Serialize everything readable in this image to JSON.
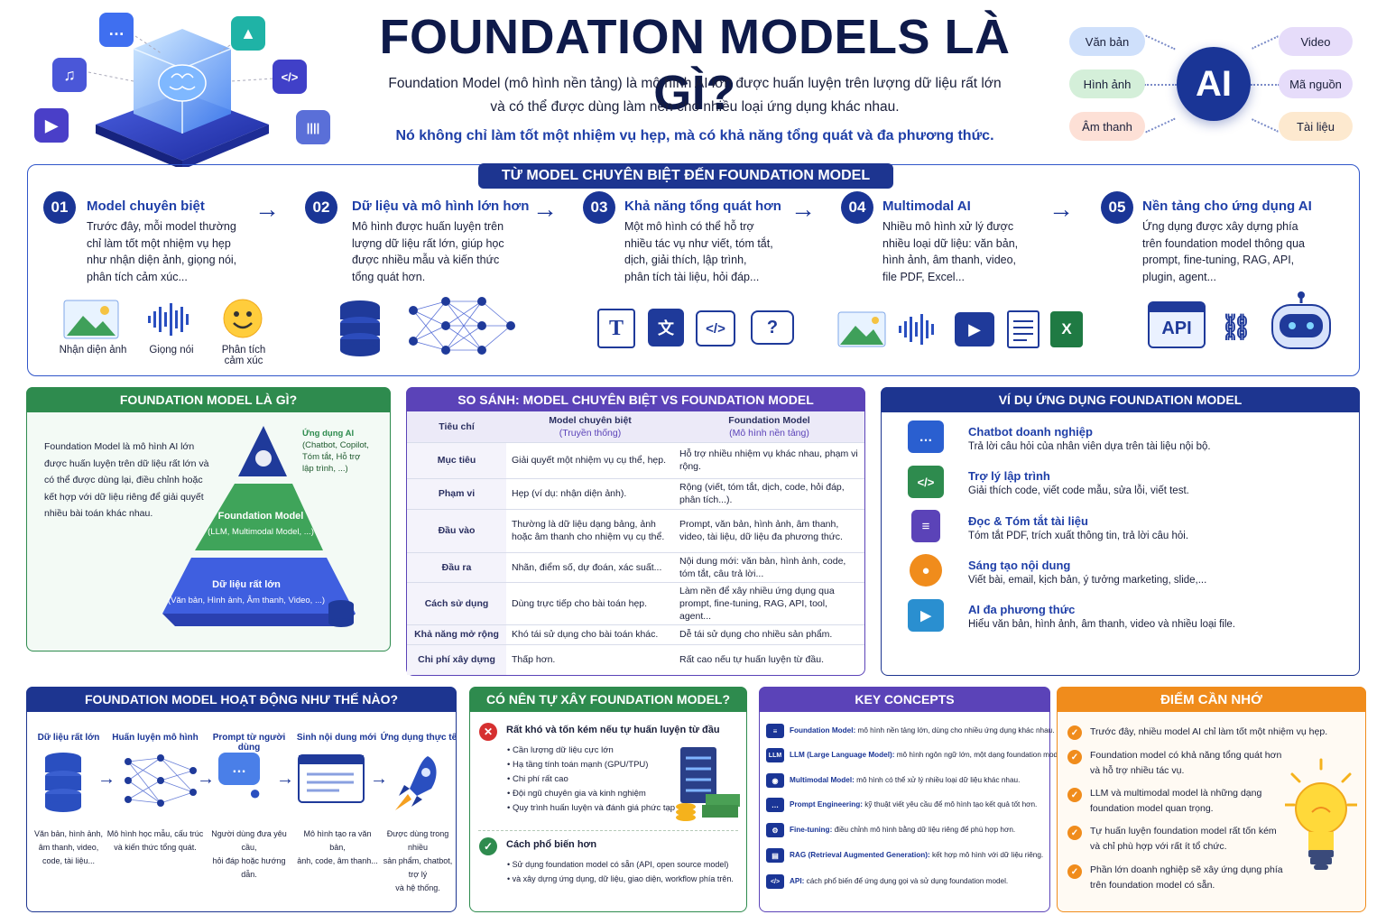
{
  "header": {
    "title": "FOUNDATION MODELS LÀ GÌ?",
    "line1": "Foundation Model (mô hình nền tảng) là mô hình AI lớn được huấn luyện trên lượng dữ liệu rất lớn",
    "line2": "và có thể được dùng làm nền cho nhiều loại ứng dụng khác nhau.",
    "line3": "Nó không chỉ làm tốt một nhiệm vụ hẹp, mà có khả năng tổng quát và đa phương thức."
  },
  "modalities": {
    "center": "AI",
    "left": [
      "Văn bản",
      "Hình ảnh",
      "Âm thanh"
    ],
    "right": [
      "Video",
      "Mã nguồn",
      "Tài liệu"
    ]
  },
  "evolution": {
    "title": "TỪ MODEL CHUYÊN BIỆT ĐẾN FOUNDATION MODEL",
    "steps": [
      {
        "num": "01",
        "heading": "Model chuyên biệt",
        "text": [
          "Trước đây, mỗi model thường",
          "chỉ làm tốt một nhiệm vụ hẹp",
          "như nhận diện ảnh, giọng nói,",
          "phân tích cảm xúc..."
        ]
      },
      {
        "num": "02",
        "heading": "Dữ liệu và mô hình lớn hơn",
        "text": [
          "Mô hình được huấn luyện trên",
          "lượng dữ liệu rất lớn, giúp học",
          "được nhiều mẫu và kiến thức",
          "tổng quát hơn."
        ]
      },
      {
        "num": "03",
        "heading": "Khả năng tổng quát hơn",
        "text": [
          "Một mô hình có thể hỗ trợ",
          "nhiều tác vụ như viết, tóm tắt,",
          "dịch, giải thích, lập trình,",
          "phân tích tài liệu, hỏi đáp..."
        ]
      },
      {
        "num": "04",
        "heading": "Multimodal AI",
        "text": [
          "Nhiều mô hình xử lý được",
          "nhiều loại dữ liệu: văn bản,",
          "hình ảnh, âm thanh, video,",
          "file PDF, Excel..."
        ]
      },
      {
        "num": "05",
        "heading": "Nền tảng cho ứng dụng AI",
        "text": [
          "Ứng dụng được xây dựng phía",
          "trên foundation model thông qua",
          "prompt, fine-tuning, RAG, API,",
          "plugin, agent..."
        ]
      }
    ],
    "captions": [
      "Nhận diện ảnh",
      "Giọng nói",
      "Phân tích",
      "cảm xúc"
    ],
    "api_label": "API",
    "t_label": "T",
    "q_label": "?"
  },
  "what_is": {
    "title": "FOUNDATION MODEL LÀ GÌ?",
    "text": [
      "Foundation Model là mô hình AI lớn",
      "được huấn luyện trên dữ liệu rất lớn và",
      "có thể được dùng lại, điều chỉnh hoặc",
      "kết hợp với dữ liệu riêng để giải quyết",
      "nhiều bài toán khác nhau."
    ],
    "top_label": [
      "Ứng dụng AI",
      "(Chatbot, Copilot,",
      "Tóm tắt, Hỗ trợ",
      "lập trình, ...)"
    ],
    "mid_label": [
      "Foundation Model",
      "(LLM, Multimodal Model, ...)"
    ],
    "bottom_label": [
      "Dữ liệu rất lớn",
      "(Văn bản, Hình ảnh, Âm thanh, Video, ...)"
    ]
  },
  "compare": {
    "title": "SO SÁNH: MODEL CHUYÊN BIỆT VS FOUNDATION MODEL",
    "headers": [
      "Tiêu chí",
      "Model chuyên biệt",
      "(Truyền thống)",
      "Foundation Model",
      "(Mô hình nền tảng)"
    ],
    "rows": [
      [
        "Mục tiêu",
        "Giải quyết một nhiệm vụ cụ thể, hẹp.",
        "Hỗ trợ nhiều nhiệm vụ khác nhau, phạm vi rộng."
      ],
      [
        "Phạm vi",
        "Hẹp (ví dụ: nhận diện ảnh).",
        "Rộng (viết, tóm tắt, dịch, code, hỏi đáp, phân tích...)."
      ],
      [
        "Đầu vào",
        "Thường là dữ liệu dạng bảng, ảnh hoặc âm thanh cho nhiệm vụ cụ thể.",
        "Prompt, văn bản, hình ảnh, âm thanh, video, tài liệu, dữ liệu đa phương thức."
      ],
      [
        "Đầu ra",
        "Nhãn, điểm số, dự đoán, xác suất...",
        "Nội dung mới: văn bản, hình ảnh, code, tóm tắt, câu trả lời..."
      ],
      [
        "Cách sử dụng",
        "Dùng trực tiếp cho bài toán hẹp.",
        "Làm nền để xây nhiều ứng dụng qua prompt, fine-tuning, RAG, API, tool, agent..."
      ],
      [
        "Khả năng mở rộng",
        "Khó tái sử dụng cho bài toán khác.",
        "Dễ tái sử dụng cho nhiều sản phẩm."
      ],
      [
        "Chi phí xây dựng",
        "Thấp hơn.",
        "Rất cao nếu tự huấn luyện từ đầu."
      ]
    ]
  },
  "examples": {
    "title": "VÍ DỤ ỨNG DỤNG FOUNDATION MODEL",
    "items": [
      {
        "heading": "Chatbot doanh nghiệp",
        "text": "Trả lời câu hỏi của nhân viên dựa trên tài liệu nội bộ."
      },
      {
        "heading": "Trợ lý lập trình",
        "text": "Giải thích code, viết code mẫu, sửa lỗi, viết test."
      },
      {
        "heading": "Đọc & Tóm tắt tài liệu",
        "text": "Tóm tắt PDF, trích xuất thông tin, trả lời câu hỏi."
      },
      {
        "heading": "Sáng tạo nội dung",
        "text": "Viết bài, email, kịch bản, ý tưởng marketing, slide,..."
      },
      {
        "heading": "AI đa phương thức",
        "text": "Hiểu văn bản, hình ảnh, âm thanh, video và nhiều loại file."
      }
    ]
  },
  "howto": {
    "title": "FOUNDATION MODEL HOẠT ĐỘNG NHƯ THẾ NÀO?",
    "steps": [
      {
        "heading": "Dữ liệu rất lớn",
        "text": [
          "Văn bản, hình ảnh,",
          "âm thanh, video,",
          "code, tài liệu..."
        ]
      },
      {
        "heading": "Huấn luyện mô hình",
        "text": [
          "Mô hình học mẫu, cấu trúc",
          "và kiến thức tổng quát."
        ]
      },
      {
        "heading": "Prompt từ người dùng",
        "text": [
          "Người dùng đưa yêu cầu,",
          "hỏi đáp hoặc hướng dẫn."
        ]
      },
      {
        "heading": "Sinh nội dung mới",
        "text": [
          "Mô hình tạo ra văn bản,",
          "ảnh, code, âm thanh..."
        ]
      },
      {
        "heading": "Ứng dụng thực tế",
        "text": [
          "Được dùng trong nhiều",
          "sản phẩm, chatbot, trợ lý",
          "và hệ thống."
        ]
      }
    ]
  },
  "build": {
    "title": "CÓ NÊN TỰ XÂY FOUNDATION MODEL?",
    "bad_heading": "Rất khó và tốn kém nếu tự huấn luyện từ đầu",
    "bad_items": [
      "Cần lượng dữ liệu cực lớn",
      "Hạ tầng tính toán mạnh (GPU/TPU)",
      "Chi phí rất cao",
      "Đội ngũ chuyên gia và kinh nghiệm",
      "Quy trình huấn luyện và đánh giá phức tạp"
    ],
    "good_heading": "Cách phổ biến hơn",
    "good_items": [
      "Sử dụng foundation model có sẵn (API, open source model)",
      "và xây dựng ứng dụng, dữ liệu, giao diện, workflow phía trên."
    ]
  },
  "concepts": {
    "title": "KEY CONCEPTS",
    "items": [
      {
        "icon": "≡",
        "term": "Foundation Model:",
        "desc": " mô hình nền tảng lớn, dùng cho nhiều ứng dụng khác nhau."
      },
      {
        "icon": "LLM",
        "term": "LLM (Large Language Model):",
        "desc": " mô hình ngôn ngữ lớn, một dạng foundation model."
      },
      {
        "icon": "◉",
        "term": "Multimodal Model:",
        "desc": " mô hình có thể xử lý nhiều loại dữ liệu khác nhau."
      },
      {
        "icon": "…",
        "term": "Prompt Engineering:",
        "desc": " kỹ thuật viết yêu cầu để mô hình tạo kết quả tốt hơn."
      },
      {
        "icon": "⚙",
        "term": "Fine-tuning:",
        "desc": " điều chỉnh mô hình bằng dữ liệu riêng để phù hợp hơn."
      },
      {
        "icon": "▤",
        "term": "RAG (Retrieval Augmented Generation):",
        "desc": " kết hợp mô hình với dữ liệu riêng."
      },
      {
        "icon": "</>",
        "term": "API:",
        "desc": " cách phổ biến để ứng dụng gọi và sử dụng foundation model."
      }
    ]
  },
  "remember": {
    "title": "ĐIỂM CẦN NHỚ",
    "items": [
      [
        "Trước đây, nhiều model AI chỉ làm tốt một nhiệm vụ hẹp."
      ],
      [
        "Foundation model có khả năng tổng quát hơn",
        "và hỗ trợ nhiều tác vụ."
      ],
      [
        "LLM và multimodal model là những dạng",
        "foundation model quan trọng."
      ],
      [
        "Tự huấn luyện foundation model rất tốn kém",
        "và chỉ phù hợp với rất ít tổ chức."
      ],
      [
        "Phần lớn doanh nghiệp sẽ xây ứng dụng phía",
        "trên foundation model có sẵn."
      ]
    ]
  },
  "colors": {
    "navy": "#1a3596",
    "green": "#2e8b4e",
    "purple": "#5b43b8",
    "orange": "#f08c1c"
  }
}
